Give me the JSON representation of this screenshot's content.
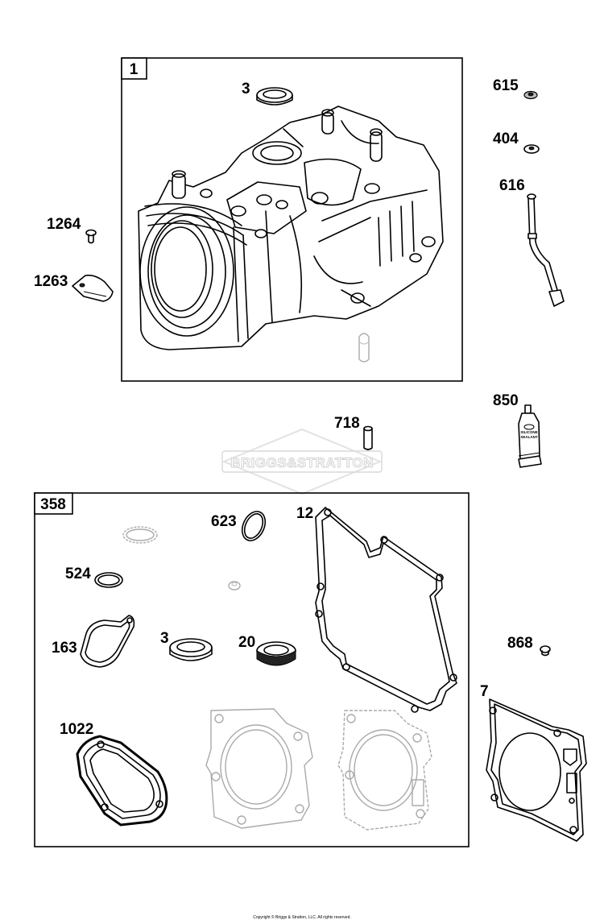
{
  "boxes": {
    "upper": "1",
    "lower": "358"
  },
  "labels": {
    "p3_top": "3",
    "p615": "615",
    "p404": "404",
    "p616": "616",
    "p1264": "1264",
    "p1263": "1263",
    "p718": "718",
    "p850": "850",
    "p623": "623",
    "p12": "12",
    "p524": "524",
    "p163": "163",
    "p3_bot": "3",
    "p20": "20",
    "p868": "868",
    "p7": "7",
    "p1022": "1022"
  },
  "watermark": "BRIGGS&STRATTON",
  "tube_text": {
    "line1": "SILICONE",
    "line2": "SEALANT"
  },
  "copyright": "Copyright © Briggs & Stratton, LLC. All rights reserved."
}
